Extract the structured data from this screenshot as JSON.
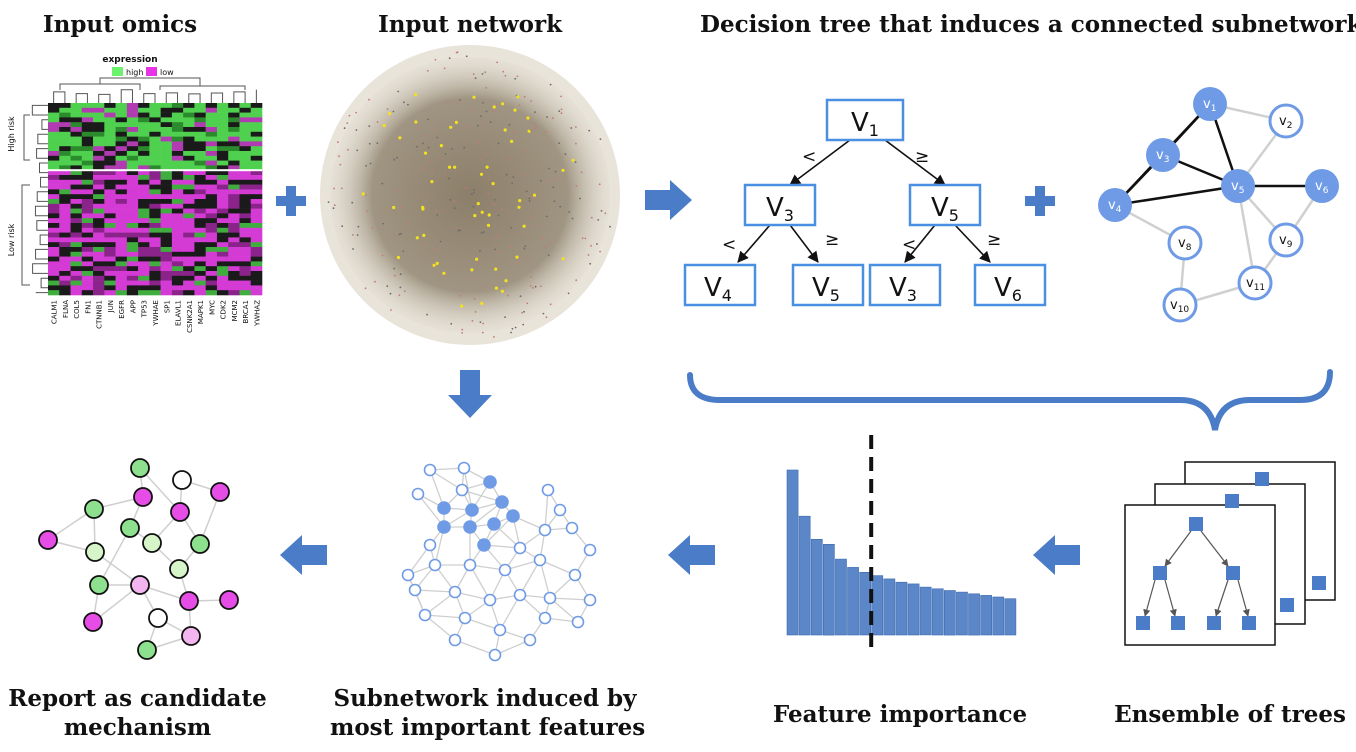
{
  "titles": {
    "input_omics": "Input omics",
    "input_network": "Input network",
    "decision_tree": "Decision tree that induces a connected subnetwork",
    "report_line1": "Report as candidate",
    "report_line2": "mechanism",
    "subnetwork_line1": "Subnetwork induced by",
    "subnetwork_line2": "most important features",
    "feature_importance": "Feature importance",
    "ensemble": "Ensemble of trees"
  },
  "heatmap": {
    "legend_title": "expression",
    "legend_high": "high",
    "legend_low": "low",
    "row_group_top": "High risk",
    "row_group_bottom": "Low risk",
    "genes": [
      "CALM1",
      "FLNA",
      "COL5",
      "FN1",
      "CTNNB1",
      "JUN",
      "EGFR",
      "APP",
      "TP53",
      "YWHAE",
      "SP1",
      "ELAVL1",
      "CSNK2A1",
      "MAPK1",
      "MYC",
      "CDK2",
      "MCM2",
      "BRCA1",
      "YWHAZ"
    ]
  },
  "tree": {
    "root": "1",
    "left": "3",
    "right": "5",
    "leaf1": "4",
    "leaf2": "5",
    "leaf3": "3",
    "leaf4": "6",
    "lt": "<",
    "ge": "≥"
  },
  "graph_nodes": [
    "1",
    "2",
    "3",
    "4",
    "5",
    "6",
    "8",
    "9",
    "10",
    "11"
  ],
  "feature_importance": {
    "values": [
      1.0,
      0.72,
      0.58,
      0.55,
      0.46,
      0.41,
      0.38,
      0.36,
      0.34,
      0.32,
      0.31,
      0.29,
      0.28,
      0.27,
      0.26,
      0.25,
      0.24,
      0.23,
      0.22
    ],
    "cutoff_after_index": 6
  },
  "colors": {
    "blue": "#4a7cc7",
    "node_blue": "#6f9be6",
    "magenta": "#e64de6",
    "green": "#8de08d",
    "light_green": "#d6f5c8",
    "light_magenta": "#f3b5f0"
  }
}
